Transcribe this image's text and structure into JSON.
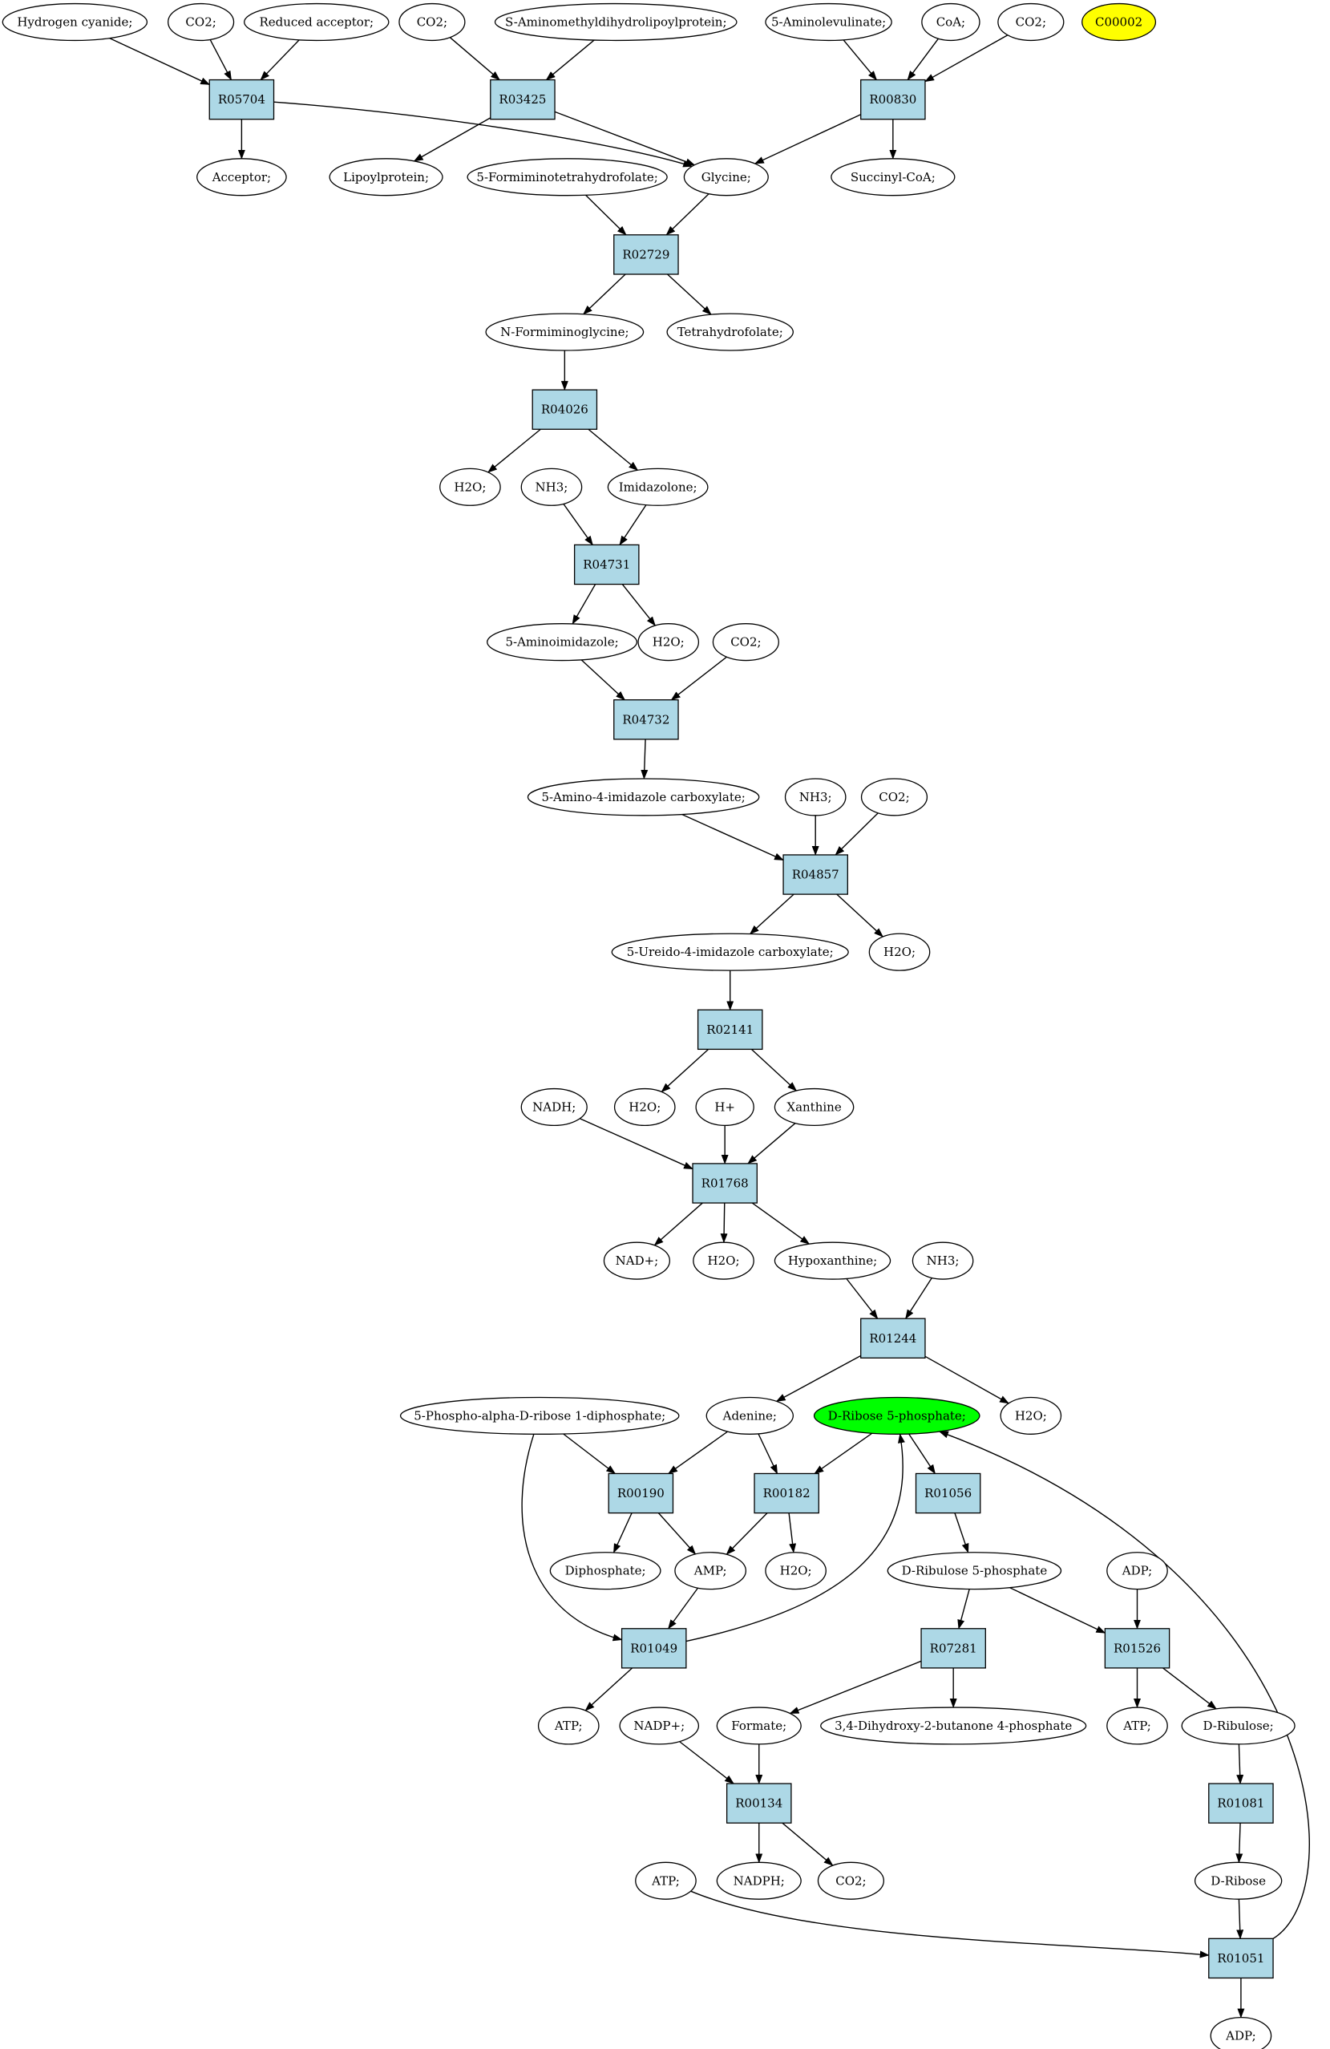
{
  "colors": {
    "reaction_fill": "#add8e6",
    "compound_fill": "#ffffff",
    "highlight_green": "#00ff00",
    "highlight_yellow": "#ffff00",
    "stroke": "#000000"
  },
  "compounds": [
    {
      "id": "c_hcn",
      "label": "Hydrogen cyanide;"
    },
    {
      "id": "c_co2_1",
      "label": "CO2;"
    },
    {
      "id": "c_redacc",
      "label": "Reduced acceptor;"
    },
    {
      "id": "c_co2_2",
      "label": "CO2;"
    },
    {
      "id": "c_saml",
      "label": "S-Aminomethyldihydrolipoylprotein;"
    },
    {
      "id": "c_ala",
      "label": "5-Aminolevulinate;"
    },
    {
      "id": "c_coa",
      "label": "CoA;"
    },
    {
      "id": "c_co2_3",
      "label": "CO2;"
    },
    {
      "id": "c_c00002",
      "label": "C00002",
      "fill": "highlight_yellow"
    },
    {
      "id": "c_acceptor",
      "label": "Acceptor;"
    },
    {
      "id": "c_lipoyl",
      "label": "Lipoylprotein;"
    },
    {
      "id": "c_fthf",
      "label": "5-Formiminotetrahydrofolate;"
    },
    {
      "id": "c_glycine",
      "label": "Glycine;"
    },
    {
      "id": "c_succoa",
      "label": "Succinyl-CoA;"
    },
    {
      "id": "c_nfg",
      "label": "N-Formiminoglycine;"
    },
    {
      "id": "c_thf",
      "label": "Tetrahydrofolate;"
    },
    {
      "id": "c_h2o_1",
      "label": "H2O;"
    },
    {
      "id": "c_nh3_1",
      "label": "NH3;"
    },
    {
      "id": "c_imid",
      "label": "Imidazolone;"
    },
    {
      "id": "c_aminoimid",
      "label": "5-Aminoimidazole;"
    },
    {
      "id": "c_h2o_2",
      "label": "H2O;"
    },
    {
      "id": "c_co2_4",
      "label": "CO2;"
    },
    {
      "id": "c_aic",
      "label": "5-Amino-4-imidazole carboxylate;"
    },
    {
      "id": "c_nh3_2",
      "label": "NH3;"
    },
    {
      "id": "c_co2_5",
      "label": "CO2;"
    },
    {
      "id": "c_uic",
      "label": "5-Ureido-4-imidazole carboxylate;"
    },
    {
      "id": "c_h2o_3",
      "label": "H2O;"
    },
    {
      "id": "c_nadh",
      "label": "NADH;"
    },
    {
      "id": "c_h2o_4",
      "label": "H2O;"
    },
    {
      "id": "c_hplus",
      "label": "H+"
    },
    {
      "id": "c_xanthine",
      "label": "Xanthine"
    },
    {
      "id": "c_nad",
      "label": "NAD+;"
    },
    {
      "id": "c_h2o_5",
      "label": "H2O;"
    },
    {
      "id": "c_hypox",
      "label": "Hypoxanthine;"
    },
    {
      "id": "c_nh3_3",
      "label": "NH3;"
    },
    {
      "id": "c_prpp",
      "label": "5-Phospho-alpha-D-ribose 1-diphosphate;"
    },
    {
      "id": "c_adenine",
      "label": "Adenine;"
    },
    {
      "id": "c_r5p",
      "label": "D-Ribose 5-phosphate;",
      "fill": "highlight_green"
    },
    {
      "id": "c_h2o_6",
      "label": "H2O;"
    },
    {
      "id": "c_diphos",
      "label": "Diphosphate;"
    },
    {
      "id": "c_amp",
      "label": "AMP;"
    },
    {
      "id": "c_h2o_7",
      "label": "H2O;"
    },
    {
      "id": "c_ru5p",
      "label": "D-Ribulose 5-phosphate"
    },
    {
      "id": "c_adp_1",
      "label": "ADP;"
    },
    {
      "id": "c_atp_1",
      "label": "ATP;"
    },
    {
      "id": "c_nadp",
      "label": "NADP+;"
    },
    {
      "id": "c_formate",
      "label": "Formate;"
    },
    {
      "id": "c_dhbp",
      "label": "3,4-Dihydroxy-2-butanone 4-phosphate"
    },
    {
      "id": "c_atp_2",
      "label": "ATP;"
    },
    {
      "id": "c_ribulose",
      "label": "D-Ribulose;"
    },
    {
      "id": "c_atp_3",
      "label": "ATP;"
    },
    {
      "id": "c_nadph",
      "label": "NADPH;"
    },
    {
      "id": "c_co2_6",
      "label": "CO2;"
    },
    {
      "id": "c_ribose",
      "label": "D-Ribose"
    },
    {
      "id": "c_adp_2",
      "label": "ADP;"
    }
  ],
  "reactions": [
    {
      "id": "R05704",
      "label": "R05704"
    },
    {
      "id": "R03425",
      "label": "R03425"
    },
    {
      "id": "R00830",
      "label": "R00830"
    },
    {
      "id": "R02729",
      "label": "R02729"
    },
    {
      "id": "R04026",
      "label": "R04026"
    },
    {
      "id": "R04731",
      "label": "R04731"
    },
    {
      "id": "R04732",
      "label": "R04732"
    },
    {
      "id": "R04857",
      "label": "R04857"
    },
    {
      "id": "R02141",
      "label": "R02141"
    },
    {
      "id": "R01768",
      "label": "R01768"
    },
    {
      "id": "R01244",
      "label": "R01244"
    },
    {
      "id": "R00190",
      "label": "R00190"
    },
    {
      "id": "R00182",
      "label": "R00182"
    },
    {
      "id": "R01056",
      "label": "R01056"
    },
    {
      "id": "R01049",
      "label": "R01049"
    },
    {
      "id": "R07281",
      "label": "R07281"
    },
    {
      "id": "R01526",
      "label": "R01526"
    },
    {
      "id": "R00134",
      "label": "R00134"
    },
    {
      "id": "R01081",
      "label": "R01081"
    },
    {
      "id": "R01051",
      "label": "R01051"
    }
  ],
  "edges": [
    [
      "c_hcn",
      "R05704"
    ],
    [
      "c_co2_1",
      "R05704"
    ],
    [
      "c_redacc",
      "R05704"
    ],
    [
      "R05704",
      "c_acceptor"
    ],
    [
      "R05704",
      "c_glycine"
    ],
    [
      "c_co2_2",
      "R03425"
    ],
    [
      "c_saml",
      "R03425"
    ],
    [
      "R03425",
      "c_lipoyl"
    ],
    [
      "R03425",
      "c_glycine"
    ],
    [
      "c_ala",
      "R00830"
    ],
    [
      "c_coa",
      "R00830"
    ],
    [
      "c_co2_3",
      "R00830"
    ],
    [
      "R00830",
      "c_glycine"
    ],
    [
      "R00830",
      "c_succoa"
    ],
    [
      "c_fthf",
      "R02729"
    ],
    [
      "c_glycine",
      "R02729"
    ],
    [
      "R02729",
      "c_nfg"
    ],
    [
      "R02729",
      "c_thf"
    ],
    [
      "c_nfg",
      "R04026"
    ],
    [
      "R04026",
      "c_h2o_1"
    ],
    [
      "R04026",
      "c_imid"
    ],
    [
      "c_nh3_1",
      "R04731"
    ],
    [
      "c_imid",
      "R04731"
    ],
    [
      "R04731",
      "c_aminoimid"
    ],
    [
      "R04731",
      "c_h2o_2"
    ],
    [
      "c_aminoimid",
      "R04732"
    ],
    [
      "c_co2_4",
      "R04732"
    ],
    [
      "R04732",
      "c_aic"
    ],
    [
      "c_aic",
      "R04857"
    ],
    [
      "c_nh3_2",
      "R04857"
    ],
    [
      "c_co2_5",
      "R04857"
    ],
    [
      "R04857",
      "c_uic"
    ],
    [
      "R04857",
      "c_h2o_3"
    ],
    [
      "c_uic",
      "R02141"
    ],
    [
      "R02141",
      "c_h2o_4"
    ],
    [
      "R02141",
      "c_xanthine"
    ],
    [
      "c_nadh",
      "R01768"
    ],
    [
      "c_hplus",
      "R01768"
    ],
    [
      "c_xanthine",
      "R01768"
    ],
    [
      "R01768",
      "c_nad"
    ],
    [
      "R01768",
      "c_h2o_5"
    ],
    [
      "R01768",
      "c_hypox"
    ],
    [
      "c_hypox",
      "R01244"
    ],
    [
      "c_nh3_3",
      "R01244"
    ],
    [
      "R01244",
      "c_adenine"
    ],
    [
      "R01244",
      "c_h2o_6"
    ],
    [
      "c_prpp",
      "R00190"
    ],
    [
      "c_adenine",
      "R00190"
    ],
    [
      "R00190",
      "c_diphos"
    ],
    [
      "R00190",
      "c_amp"
    ],
    [
      "c_adenine",
      "R00182"
    ],
    [
      "c_r5p",
      "R00182"
    ],
    [
      "R00182",
      "c_amp"
    ],
    [
      "R00182",
      "c_h2o_7"
    ],
    [
      "c_r5p",
      "R01056"
    ],
    [
      "R01056",
      "c_ru5p"
    ],
    [
      "c_amp",
      "R01049"
    ],
    [
      "c_prpp",
      "R01049"
    ],
    [
      "R01049",
      "c_atp_1"
    ],
    [
      "R01049",
      "c_r5p"
    ],
    [
      "c_ru5p",
      "R07281"
    ],
    [
      "R07281",
      "c_formate"
    ],
    [
      "R07281",
      "c_dhbp"
    ],
    [
      "c_ru5p",
      "R01526"
    ],
    [
      "c_adp_1",
      "R01526"
    ],
    [
      "R01526",
      "c_atp_2"
    ],
    [
      "R01526",
      "c_ribulose"
    ],
    [
      "c_nadp",
      "R00134"
    ],
    [
      "c_formate",
      "R00134"
    ],
    [
      "R00134",
      "c_nadph"
    ],
    [
      "R00134",
      "c_co2_6"
    ],
    [
      "c_ribulose",
      "R01081"
    ],
    [
      "R01081",
      "c_ribose"
    ],
    [
      "c_ribose",
      "R01051"
    ],
    [
      "c_atp_3",
      "R01051"
    ],
    [
      "R01051",
      "c_adp_2"
    ],
    [
      "R01051",
      "c_r5p"
    ]
  ]
}
